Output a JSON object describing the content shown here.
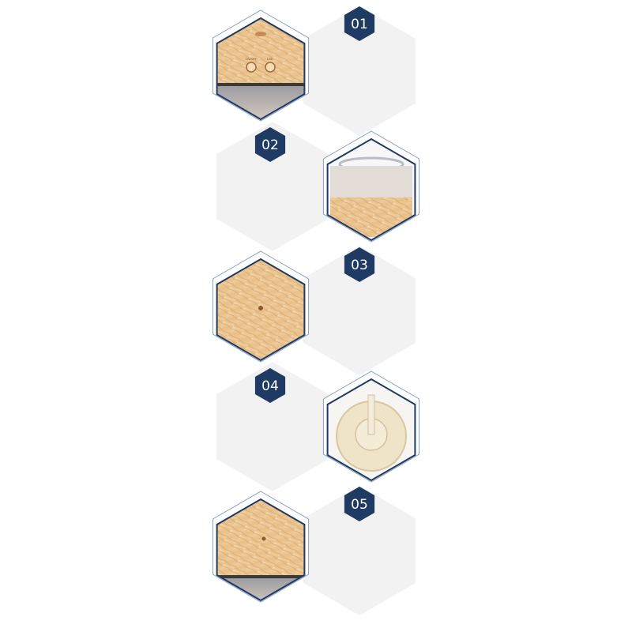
{
  "steps": [
    {
      "number": "01",
      "product_view": "top-with-buttons",
      "button_labels": [
        "ON/OFF",
        "LED"
      ]
    },
    {
      "number": "02",
      "product_view": "water-tank"
    },
    {
      "number": "03",
      "product_view": "lid-top"
    },
    {
      "number": "04",
      "product_view": "base-interior"
    },
    {
      "number": "05",
      "product_view": "side-view"
    }
  ],
  "colors": {
    "navy": "#1f3a63",
    "gray_hex": "#f2f2f2",
    "wood_light": "#f1d3a6",
    "wood_dark": "#d9a46b"
  }
}
